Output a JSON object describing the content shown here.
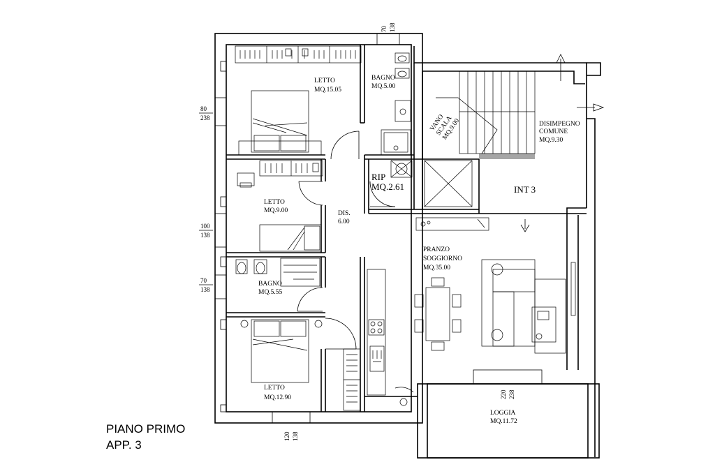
{
  "title": {
    "line1": "PIANO PRIMO",
    "line2": "APP. 3"
  },
  "rooms": {
    "letto1": {
      "name": "LETTO",
      "area": "MQ.15.05"
    },
    "bagno1": {
      "name": "BAGNO",
      "area": "MQ.5.00"
    },
    "vano_scala": {
      "line1": "VANO",
      "line2": "SCALA",
      "area": "MQ.9.00"
    },
    "disimpegno": {
      "line1": "DISIMPEGNO",
      "line2": "COMUNE",
      "area": "MQ.9.30"
    },
    "rip": {
      "name": "RIP",
      "area": "MQ.2.61"
    },
    "int": {
      "name": "INT 3"
    },
    "letto2": {
      "name": "LETTO",
      "area": "MQ.9.00"
    },
    "dis": {
      "name": "DIS.",
      "area": "6.00"
    },
    "pranzo": {
      "line1": "PRANZO",
      "line2": "SOGGIORNO",
      "area": "MQ.35.00"
    },
    "bagno2": {
      "name": "BAGNO",
      "area": "MQ.5.55"
    },
    "letto3": {
      "name": "LETTO",
      "area": "MQ.12.90"
    },
    "loggia": {
      "name": "LOGGIA",
      "area": "MQ.11.72"
    }
  },
  "dimensions": {
    "top_window": {
      "a": "70",
      "b": "138"
    },
    "left_window_1": {
      "a": "80",
      "b": "238"
    },
    "left_window_2": {
      "a": "100",
      "b": "138"
    },
    "left_window_3": {
      "a": "70",
      "b": "138"
    },
    "bottom_window": {
      "a": "120",
      "b": "138"
    },
    "loggia_door": {
      "a": "220",
      "b": "238"
    }
  },
  "icons": [
    "arrow-up-icon",
    "arrow-right-icon",
    "arrow-down-icon"
  ]
}
